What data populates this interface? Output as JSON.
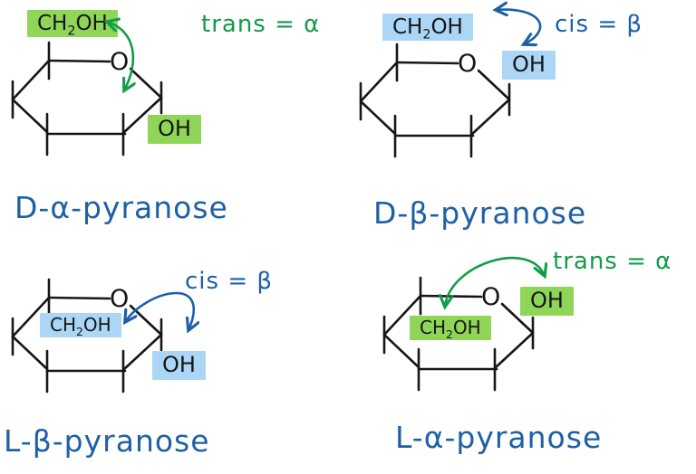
{
  "colors": {
    "green_highlight": "#8fd658",
    "blue_highlight": "#abd6f5",
    "green_ink": "#129c49",
    "blue_ink": "#1c60a7",
    "black_ink": "#161616",
    "background": "#ffffff"
  },
  "formulas": {
    "ch2oh_pre": "CH",
    "ch2oh_sub": "2",
    "ch2oh_post": "OH",
    "oh": "OH",
    "ring_oxygen": "O"
  },
  "panels": [
    {
      "id": "d-alpha-pyranose",
      "name_label": "D-α-pyranose",
      "annotation": "trans = α",
      "highlight_color": "#8fd658",
      "ch2oh_position": "up",
      "oh_position": "down"
    },
    {
      "id": "d-beta-pyranose",
      "name_label": "D-β-pyranose",
      "annotation": "cis = β",
      "highlight_color": "#abd6f5",
      "ch2oh_position": "up",
      "oh_position": "up"
    },
    {
      "id": "l-beta-pyranose",
      "name_label": "L-β-pyranose",
      "annotation": "cis = β",
      "highlight_color": "#abd6f5",
      "ch2oh_position": "down",
      "oh_position": "down"
    },
    {
      "id": "l-alpha-pyranose",
      "name_label": "L-α-pyranose",
      "annotation": "trans = α",
      "highlight_color": "#8fd658",
      "ch2oh_position": "down",
      "oh_position": "up"
    }
  ]
}
